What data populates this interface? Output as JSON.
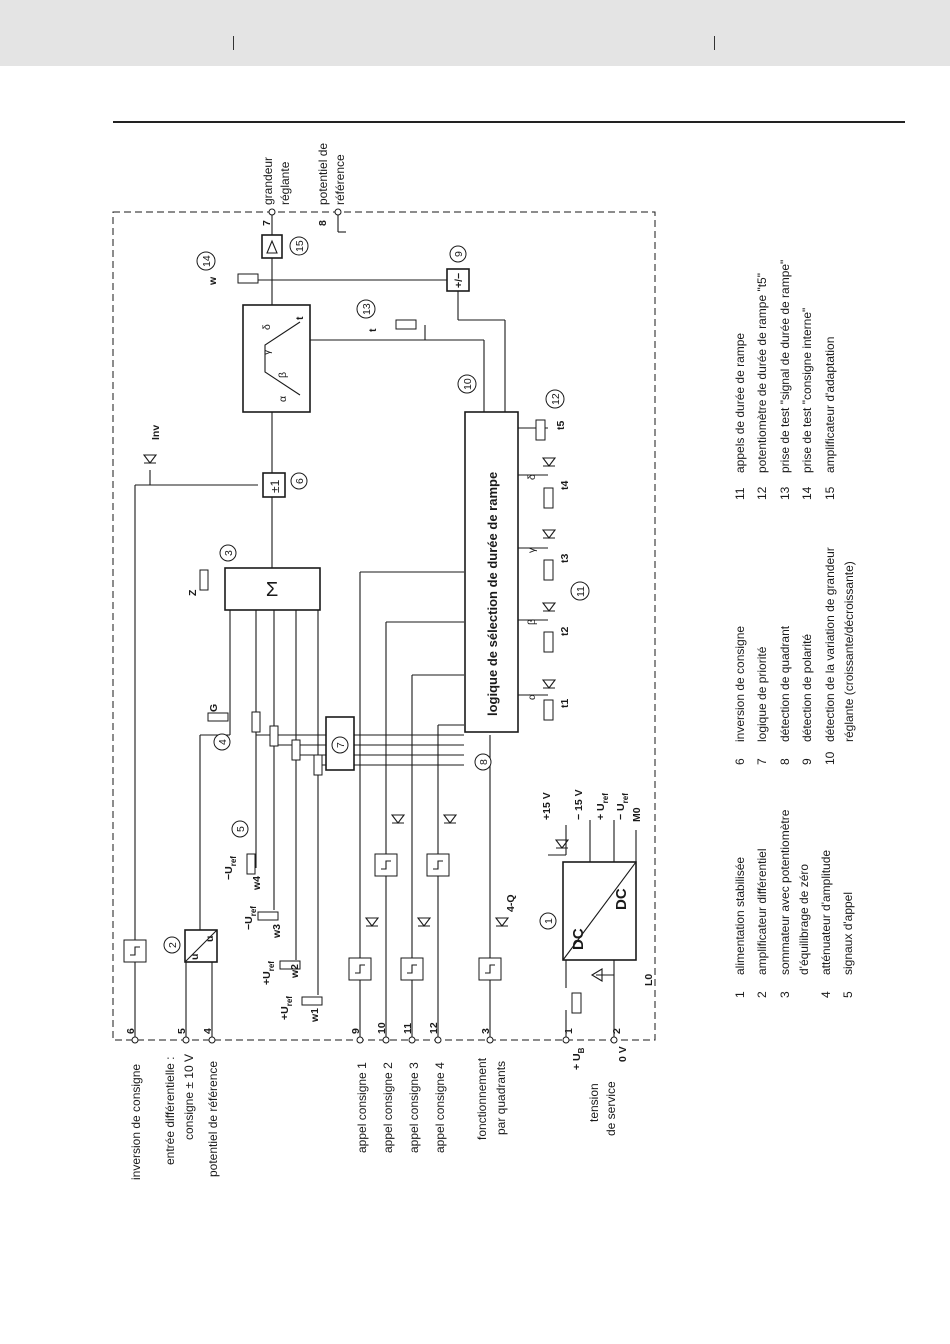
{
  "terminals": {
    "t1": "1",
    "t2": "2",
    "t3": "3",
    "t4": "4",
    "t5": "5",
    "t6": "6",
    "t7": "7",
    "t8": "8",
    "t9": "9",
    "t10": "10",
    "t11": "11",
    "t12": "12"
  },
  "signals": {
    "inversion": "inversion de consigne",
    "diff_input": "entrée différentielle :",
    "consigne_10v": "consigne ± 10 V",
    "pot_ref_in": "potentiel de référence",
    "appel1": "appel consigne 1",
    "appel2": "appel consigne 2",
    "appel3": "appel consigne 3",
    "appel4": "appel consigne 4",
    "fonct1": "fonctionnement",
    "fonct2": "par quadrants",
    "tension1": "tension",
    "tension2": "de service",
    "plus_ub": "+ U",
    "ub_sub": "B",
    "zero_v": "0 V",
    "grandeur1": "grandeur",
    "grandeur2": "réglante",
    "pot_ref_out1": "potentiel de",
    "pot_ref_out2": "référence"
  },
  "blocks": {
    "logic": "logique de sélection de durée de rampe",
    "sigma": "Σ",
    "pm1": "±1",
    "inv_sign": "+/−",
    "dc1": "DC",
    "dc2": "DC",
    "u1": "u",
    "u2": "u"
  },
  "labels": {
    "z": "Z",
    "g": "G",
    "inv": "Inv",
    "w": "w",
    "t": "t",
    "w1": "w1",
    "w2": "w2",
    "w3": "w3",
    "w4": "w4",
    "t1": "t1",
    "t2": "t2",
    "t3": "t3",
    "t4": "t4",
    "t5": "t5",
    "four_q": "4-Q",
    "alpha": "α",
    "beta": "β",
    "gamma": "γ",
    "delta": "δ",
    "plus15": "+15 V",
    "minus15": "− 15 V",
    "plus_uref": "+ U",
    "minus_uref": "− U",
    "ref_sub": "ref",
    "u_minus": "−U",
    "u_plus": "+U",
    "m0": "M0",
    "l0": "L0"
  },
  "circles": [
    "1",
    "2",
    "3",
    "4",
    "5",
    "6",
    "7",
    "8",
    "9",
    "10",
    "11",
    "12",
    "13",
    "14",
    "15"
  ],
  "legend": [
    {
      "num": "1",
      "text": "alimentation stabilisée"
    },
    {
      "num": "2",
      "text": "amplificateur différentiel"
    },
    {
      "num": "3",
      "text": "sommateur avec potentiomètre",
      "text2": "d'équilibrage de zéro"
    },
    {
      "num": "4",
      "text": "atténuateur d'amplitude"
    },
    {
      "num": "5",
      "text": "signaux d'appel"
    },
    {
      "num": "6",
      "text": "inversion de consigne"
    },
    {
      "num": "7",
      "text": "logique de priorité"
    },
    {
      "num": "8",
      "text": "détection de quadrant"
    },
    {
      "num": "9",
      "text": "détection de polarité"
    },
    {
      "num": "10",
      "text": "détection de la variation de grandeur",
      "text2": "réglante (croissante/décroissante)"
    },
    {
      "num": "11",
      "text": "appels de durée de rampe"
    },
    {
      "num": "12",
      "text": "potentiomètre de durée de rampe \"t5\""
    },
    {
      "num": "13",
      "text": "prise de test \"signal de durée de rampe\""
    },
    {
      "num": "14",
      "text": "prise de test \"consigne interne\""
    },
    {
      "num": "15",
      "text": "amplificateur d'adaptation"
    }
  ]
}
